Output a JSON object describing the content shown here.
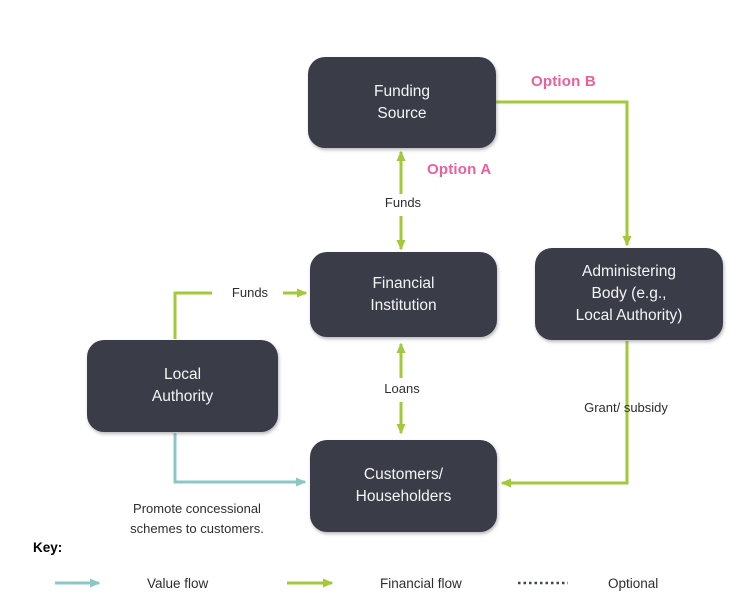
{
  "diagram": {
    "nodes": {
      "funding_source": "Funding\nSource",
      "financial_institution": "Financial\nInstitution",
      "administering_body": "Administering\nBody (e.g.,\nLocal Authority)",
      "local_authority": "Local\nAuthority",
      "customers": "Customers/\nHouseholders"
    },
    "flow_labels": {
      "funds_top": "Funds",
      "funds_left": "Funds",
      "loans": "Loans",
      "grant_subsidy": "Grant/ subsidy",
      "promote": "Promote concessional\nschemes to customers."
    },
    "option_labels": {
      "option_a": "Option A",
      "option_b": "Option B"
    }
  },
  "key": {
    "title": "Key:",
    "value_flow": "Value flow",
    "financial_flow": "Financial flow",
    "optional": "Optional"
  },
  "colors": {
    "node_fill": "#3a3d48",
    "node_text": "#f4f4f4",
    "financial_flow": "#a2c93a",
    "value_flow": "#8cc8c3",
    "option_label": "#eb5f9b",
    "label_text": "#2e2e2e",
    "optional_dotted": "#3f4550",
    "background": "#ffffff"
  }
}
